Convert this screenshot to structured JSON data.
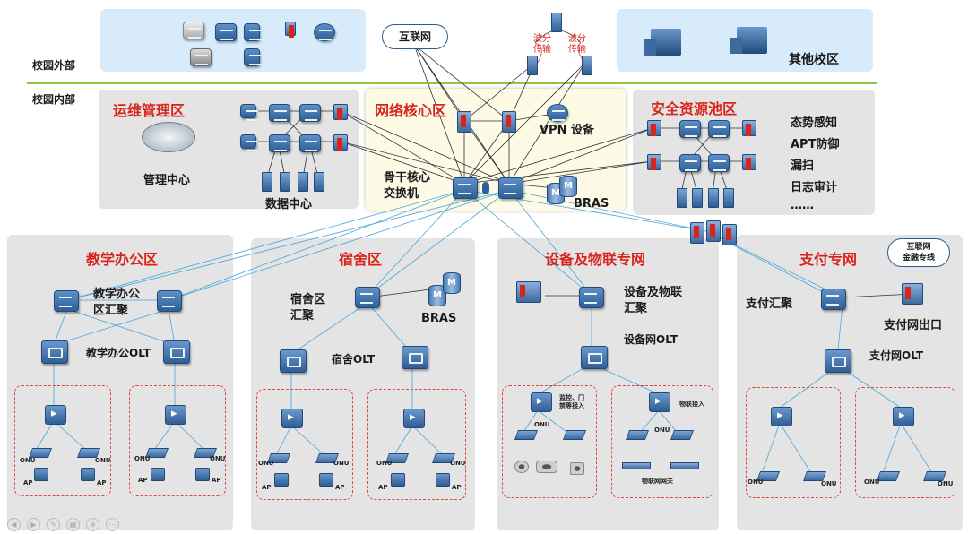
{
  "outside_label": "校园外部",
  "inside_label": "校园内部",
  "internet": "互联网",
  "wave_1": "波分传输",
  "wave_2": "波分传输",
  "other_campus": "其他校区",
  "ops_zone": {
    "title": "运维管理区",
    "mgmt_center": "管理中心",
    "data_center": "数据中心"
  },
  "core_zone": {
    "title": "网络核心区",
    "vpn": "VPN 设备",
    "backbone": "骨干核心\n交换机",
    "bras": "BRAS"
  },
  "security_zone": {
    "title": "安全资源池区",
    "items": [
      "态势感知",
      "APT防御",
      "漏扫",
      "日志审计",
      "……"
    ]
  },
  "teaching_zone": {
    "title": "教学办公区",
    "agg": "教学办公\n区汇聚",
    "olt": "教学办公OLT",
    "onu": "ONU",
    "ap": "AP"
  },
  "dorm_zone": {
    "title": "宿舍区",
    "agg": "宿舍区\n汇聚",
    "bras": "BRAS",
    "olt": "宿舍OLT",
    "onu": "ONU",
    "ap": "AP"
  },
  "iot_zone": {
    "title": "设备及物联专网",
    "agg": "设备及物联\n汇聚",
    "olt": "设备网OLT",
    "monitor": "监控、门\n禁等接入",
    "iot_access": "物联接入",
    "onu": "ONU",
    "gateway": "物联网网关"
  },
  "pay_zone": {
    "title": "支付专网",
    "finance_cloud": "互联网\n金融专线",
    "agg": "支付汇聚",
    "exit": "支付网出口",
    "olt": "支付网OLT",
    "onu": "ONU"
  },
  "colors": {
    "zone_title": "#d9241b",
    "link_blue": "#49a6dc",
    "link_dark": "#333333",
    "dash": "#e0473f",
    "outside_bg": "#d7ebfa",
    "core_bg": "#fdfbe6",
    "zone_bg": "#e4e4e4",
    "divider": "#8dc63f"
  }
}
